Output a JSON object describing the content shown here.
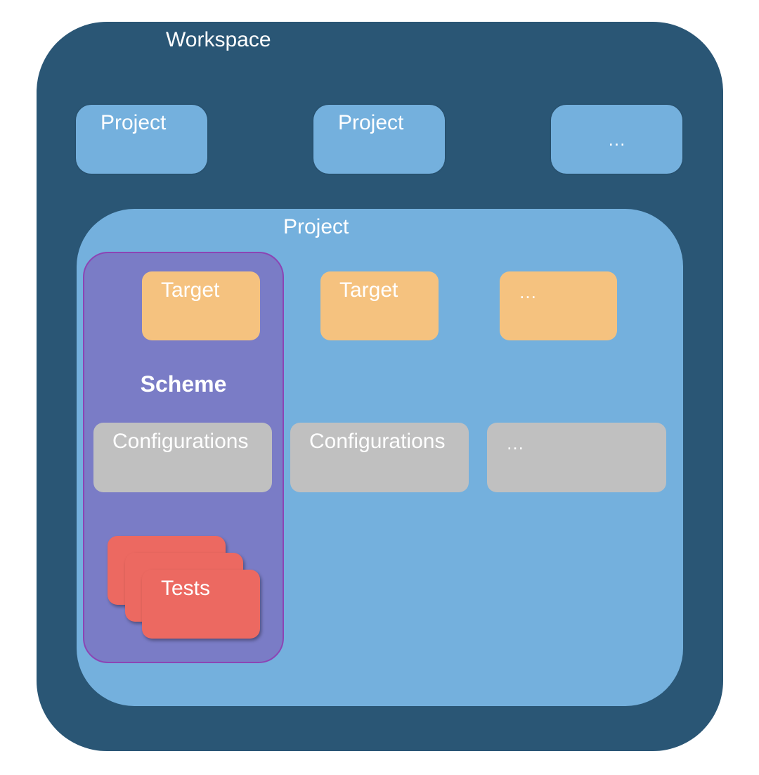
{
  "workspace": {
    "label": "Workspace",
    "projects": [
      {
        "label": "Project"
      },
      {
        "label": "Project"
      },
      {
        "label": "…"
      }
    ]
  },
  "project": {
    "label": "Project",
    "targets": [
      {
        "label": "Target"
      },
      {
        "label": "Target"
      },
      {
        "label": "…"
      }
    ],
    "configurations": [
      {
        "label": "Configurations"
      },
      {
        "label": "Configurations"
      },
      {
        "label": "…"
      }
    ]
  },
  "scheme": {
    "label": "Scheme",
    "tests_label": "Tests"
  },
  "colors": {
    "workspace": "#2a5675",
    "project": "#74b0dd",
    "scheme_fill": "#7a7cc6",
    "scheme_border": "#8c45b4",
    "target": "#f5c27f",
    "configuration": "#c0c0c0",
    "tests": "#ec6961"
  }
}
